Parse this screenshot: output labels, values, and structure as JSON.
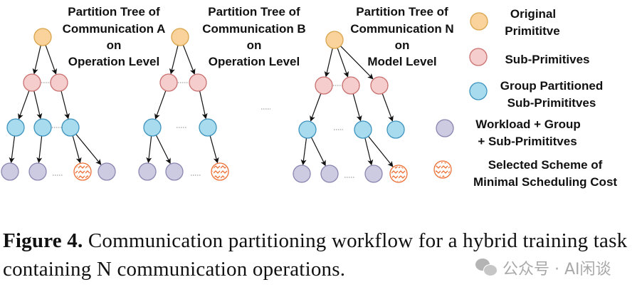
{
  "colors": {
    "original": {
      "fill": "#f9d39b",
      "stroke": "#d9a44c"
    },
    "sub": {
      "fill": "#f6cdcd",
      "stroke": "#c97070"
    },
    "group": {
      "fill": "#a9dbef",
      "stroke": "#3d93bd"
    },
    "workload": {
      "fill": "#cdcbe2",
      "stroke": "#8a86b0"
    },
    "selected": {
      "fill": "#ffffff",
      "stroke": "#ec6f34"
    }
  },
  "trees": [
    {
      "title": [
        "Partition Tree of",
        "Communication A",
        "on",
        "Operation Level"
      ]
    },
    {
      "title": [
        "Partition Tree of",
        "Communication B",
        "on",
        "Operation Level"
      ]
    },
    {
      "title": [
        "Partition Tree of",
        "Communication N",
        "on",
        "Model Level"
      ]
    }
  ],
  "between_trees_ellipsis": ".....",
  "legend": [
    {
      "type": "original",
      "label": [
        "Original",
        "Primititve"
      ]
    },
    {
      "type": "sub",
      "label": [
        "Sub-Primitives"
      ]
    },
    {
      "type": "group",
      "label": [
        "Group Partitioned",
        "Sub-Primititves"
      ]
    },
    {
      "type": "workload",
      "label": [
        "Workload + Group",
        "+ Sub-Primititves"
      ]
    },
    {
      "type": "selected",
      "label": [
        "Selected Scheme of",
        "Minimal Scheduling Cost"
      ]
    }
  ],
  "caption": {
    "figure_label": "Figure 4.",
    "text": " Communication partitioning workflow for a hybrid training task containing N communication operations."
  },
  "watermark": {
    "text": "公众号 · AI闲谈"
  }
}
